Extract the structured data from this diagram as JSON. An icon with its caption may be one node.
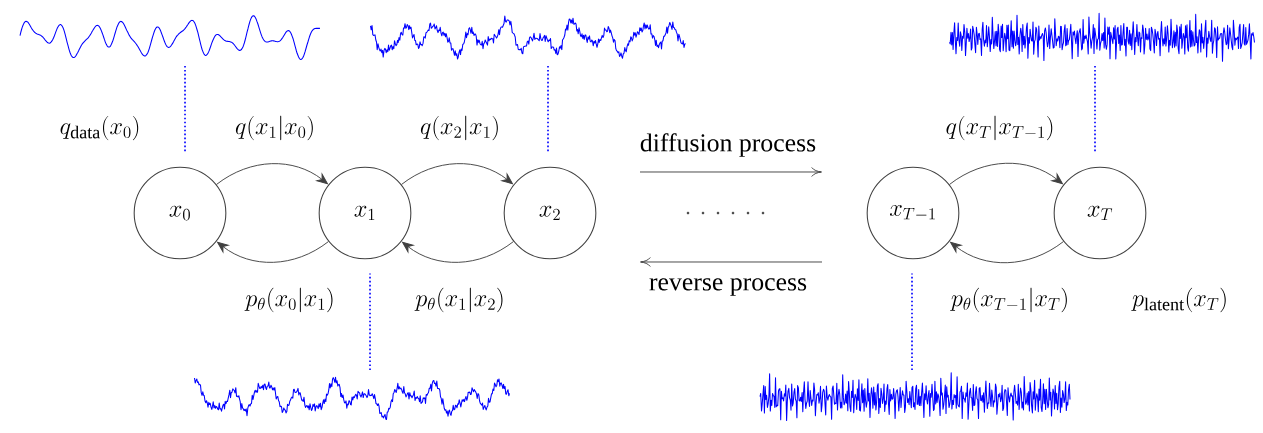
{
  "diagram": {
    "nodes": [
      {
        "text": [],
        "shape": "picture"
      },
      {
        "text": [],
        "shape": "picture"
      },
      {
        "text": [],
        "shape": "picture"
      },
      {
        "text": [
          "x_0"
        ]
      },
      {
        "text": [
          "x_1"
        ]
      },
      {
        "text": [
          "x_2"
        ]
      },
      {
        "text": [
          "x_{T-1}"
        ]
      },
      {
        "text": [
          "x_T"
        ]
      },
      {
        "text": [],
        "shape": "picture"
      },
      {
        "text": [],
        "shape": "picture"
      }
    ],
    "edges": [
      {
        "from": 3,
        "to": 4,
        "arrow": "to",
        "label": "q(x_1|x_0)"
      },
      {
        "from": 4,
        "to": 3,
        "arrow": "to",
        "label": "p_\\theta(x_0|x_1)"
      },
      {
        "from": 4,
        "to": 5,
        "arrow": "to",
        "label": "q(x_2|x_1)"
      },
      {
        "from": 5,
        "to": 4,
        "arrow": "to",
        "label": "p_\\theta(x_1|x_2)"
      },
      {
        "from": 6,
        "to": 7,
        "arrow": "to",
        "label": "q(x_T|x_{T-1})"
      },
      {
        "from": 7,
        "to": 6,
        "arrow": "to",
        "label": "p_\\theta(x_{T-1}|x_T)"
      },
      {
        "from": 0,
        "to": 3,
        "arrow": "none",
        "style": "dashed",
        "color": "#0000ff"
      },
      {
        "from": 1,
        "to": 5,
        "arrow": "none",
        "style": "dashed",
        "color": "#0000ff"
      },
      {
        "from": 2,
        "to": 7,
        "arrow": "none",
        "style": "dashed",
        "color": "#0000ff"
      },
      {
        "from": 8,
        "to": 4,
        "arrow": "none",
        "style": "dashed",
        "color": "#0000ff"
      },
      {
        "from": 9,
        "to": 6,
        "arrow": "none",
        "style": "dashed",
        "color": "#0000ff"
      }
    ],
    "labels": [
      "q_{\\mathrm{data}}(x_0)",
      "diffusion process",
      "reverse process",
      "p_{\\mathrm{latent}}(x_T)"
    ]
  }
}
